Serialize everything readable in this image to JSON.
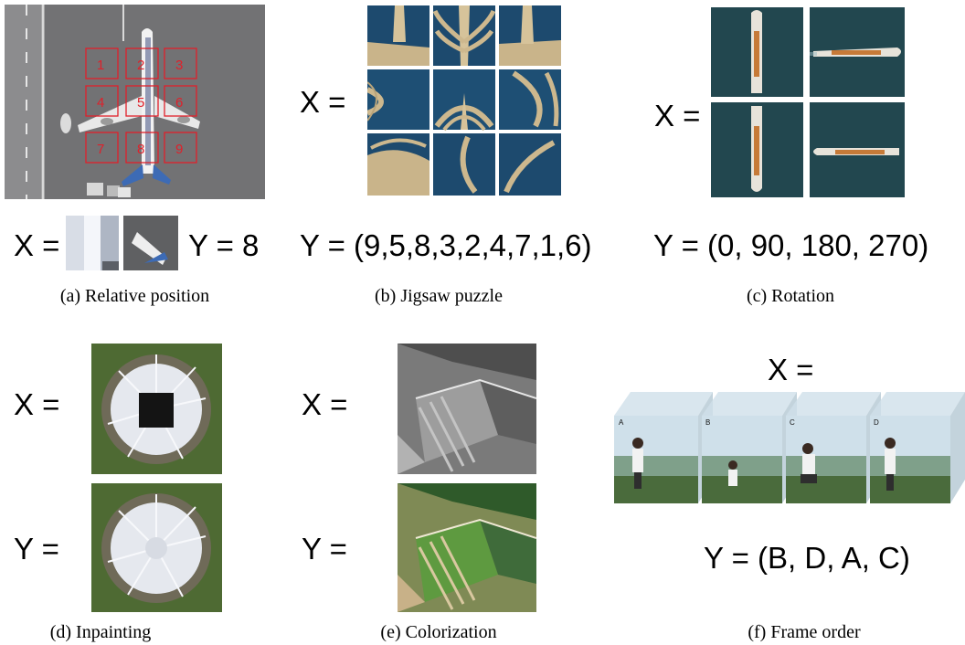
{
  "panels": {
    "a": {
      "caption": "(a) Relative position",
      "x_label": "X =",
      "y_label": "Y = 8",
      "patch_numbers": [
        "1",
        "2",
        "3",
        "4",
        "5",
        "6",
        "7",
        "8",
        "9"
      ]
    },
    "b": {
      "caption": "(b) Jigsaw puzzle",
      "x_label": "X  =",
      "y_label": "Y = (9,5,8,3,2,4,7,1,6)"
    },
    "c": {
      "caption": "(c) Rotation",
      "x_label": "X =",
      "y_label": "Y = (0, 90, 180, 270)"
    },
    "d": {
      "caption": "(d) Inpainting",
      "x_label": "X  =",
      "y_label": "Y  ="
    },
    "e": {
      "caption": "(e) Colorization",
      "x_label": "X  =",
      "y_label": "Y  ="
    },
    "f": {
      "caption": "(f) Frame order",
      "x_label": "X =",
      "y_label": "Y = (B, D, A, C)",
      "frame_letters": [
        "A",
        "B",
        "C",
        "D"
      ]
    }
  },
  "colors": {
    "grid_red": "#e0202a",
    "tarmac": "#6e6e70",
    "sea": "#1d4a6e",
    "sand": "#c9b48a",
    "grass": "#4f8a3a"
  }
}
